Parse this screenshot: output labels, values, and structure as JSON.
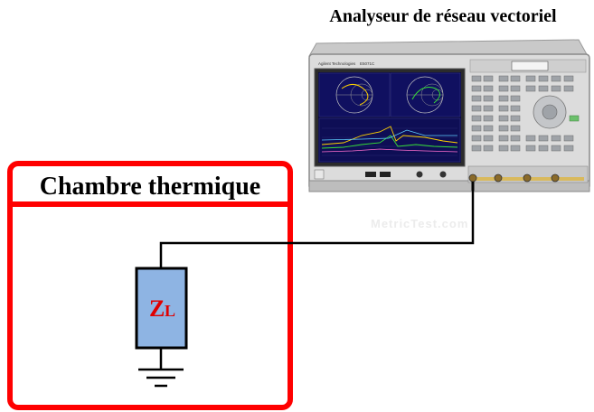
{
  "analyzer": {
    "title": "Analyseur de réseau vectoriel",
    "brand": "Agilent Technologies",
    "model": "E5071C"
  },
  "chamber": {
    "title": "Chambre thermique",
    "frame_color": "#ff0000"
  },
  "load": {
    "label_main": "Z",
    "label_sub": "L",
    "fill_color": "#8eb4e3",
    "text_color": "#e00000"
  },
  "watermark": "MetricTest.com",
  "colors": {
    "instrument_body": "#d9d9d9",
    "screen_bg": "#0b0b40",
    "wire": "#000000"
  }
}
